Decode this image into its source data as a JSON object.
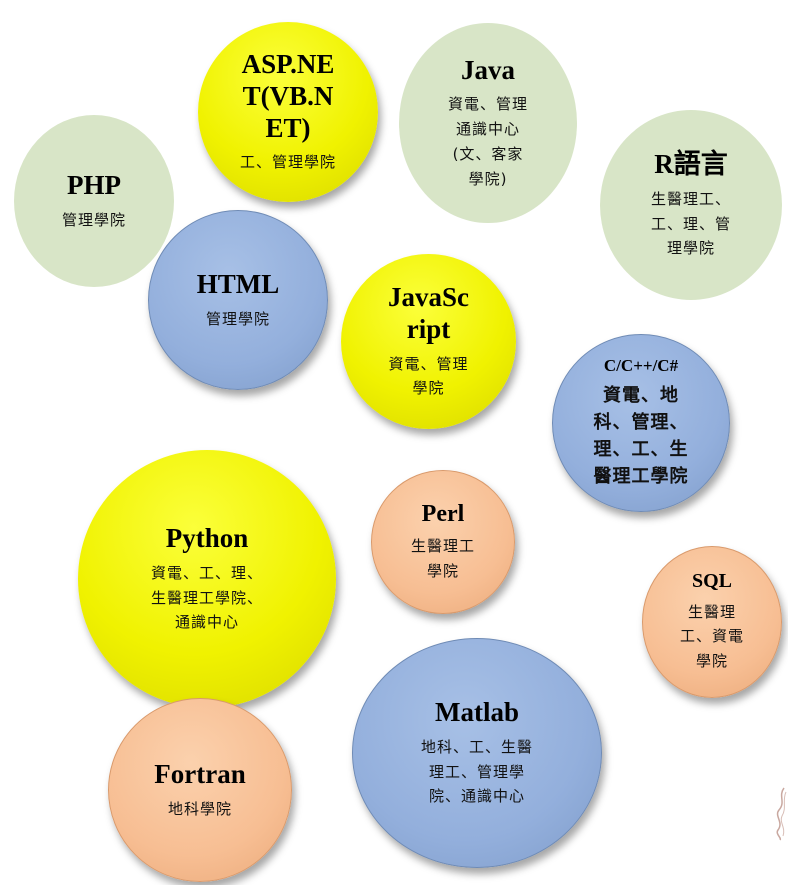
{
  "bubbles": {
    "asp": {
      "title": "ASP.NE T(VB.N ET)",
      "title_lines": [
        "ASP.NE",
        "T(VB.N",
        "ET)"
      ],
      "desc_lines": [
        "工、管理學院"
      ],
      "color": "yellow"
    },
    "java": {
      "title": "Java",
      "title_lines": [
        "Java"
      ],
      "desc_lines": [
        "資電、管理",
        "通識中心",
        "(文、客家",
        "學院)"
      ],
      "color": "green"
    },
    "php": {
      "title": "PHP",
      "title_lines": [
        "PHP"
      ],
      "desc_lines": [
        "管理學院"
      ],
      "color": "green"
    },
    "r": {
      "title": "R語言",
      "title_lines": [
        "R語言"
      ],
      "desc_lines": [
        "生醫理工、",
        "工、理、管",
        "理學院"
      ],
      "color": "green"
    },
    "html": {
      "title": "HTML",
      "title_lines": [
        "HTML"
      ],
      "desc_lines": [
        "管理學院"
      ],
      "color": "blue"
    },
    "js": {
      "title": "JavaSc ript",
      "title_lines": [
        "JavaSc",
        "ript"
      ],
      "desc_lines": [
        "資電、管理",
        "學院"
      ],
      "color": "yellow"
    },
    "c": {
      "title": "C/C++/C#",
      "title_lines": [
        "C/C++/C#"
      ],
      "desc_lines": [
        "資電、地",
        "科、管理、",
        "理、工、生",
        "醫理工學院"
      ],
      "color": "blue"
    },
    "python": {
      "title": "Python",
      "title_lines": [
        "Python"
      ],
      "desc_lines": [
        "資電、工、理、",
        "生醫理工學院、",
        "通識中心"
      ],
      "color": "yellow"
    },
    "perl": {
      "title": "Perl",
      "title_lines": [
        "Perl"
      ],
      "desc_lines": [
        "生醫理工",
        "學院"
      ],
      "color": "orange"
    },
    "sql": {
      "title": "SQL",
      "title_lines": [
        "SQL"
      ],
      "desc_lines": [
        "生醫理",
        "工、資電",
        "學院"
      ],
      "color": "orange"
    },
    "matlab": {
      "title": "Matlab",
      "title_lines": [
        "Matlab"
      ],
      "desc_lines": [
        "地科、工、生醫",
        "理工、管理學",
        "院、通識中心"
      ],
      "color": "blue"
    },
    "fortran": {
      "title": "Fortran",
      "title_lines": [
        "Fortran"
      ],
      "desc_lines": [
        "地科學院"
      ],
      "color": "orange"
    }
  },
  "colors": {
    "yellow": "#f0f200",
    "green": "#d8e5c7",
    "blue": "#93afdc",
    "orange": "#f7be93"
  }
}
